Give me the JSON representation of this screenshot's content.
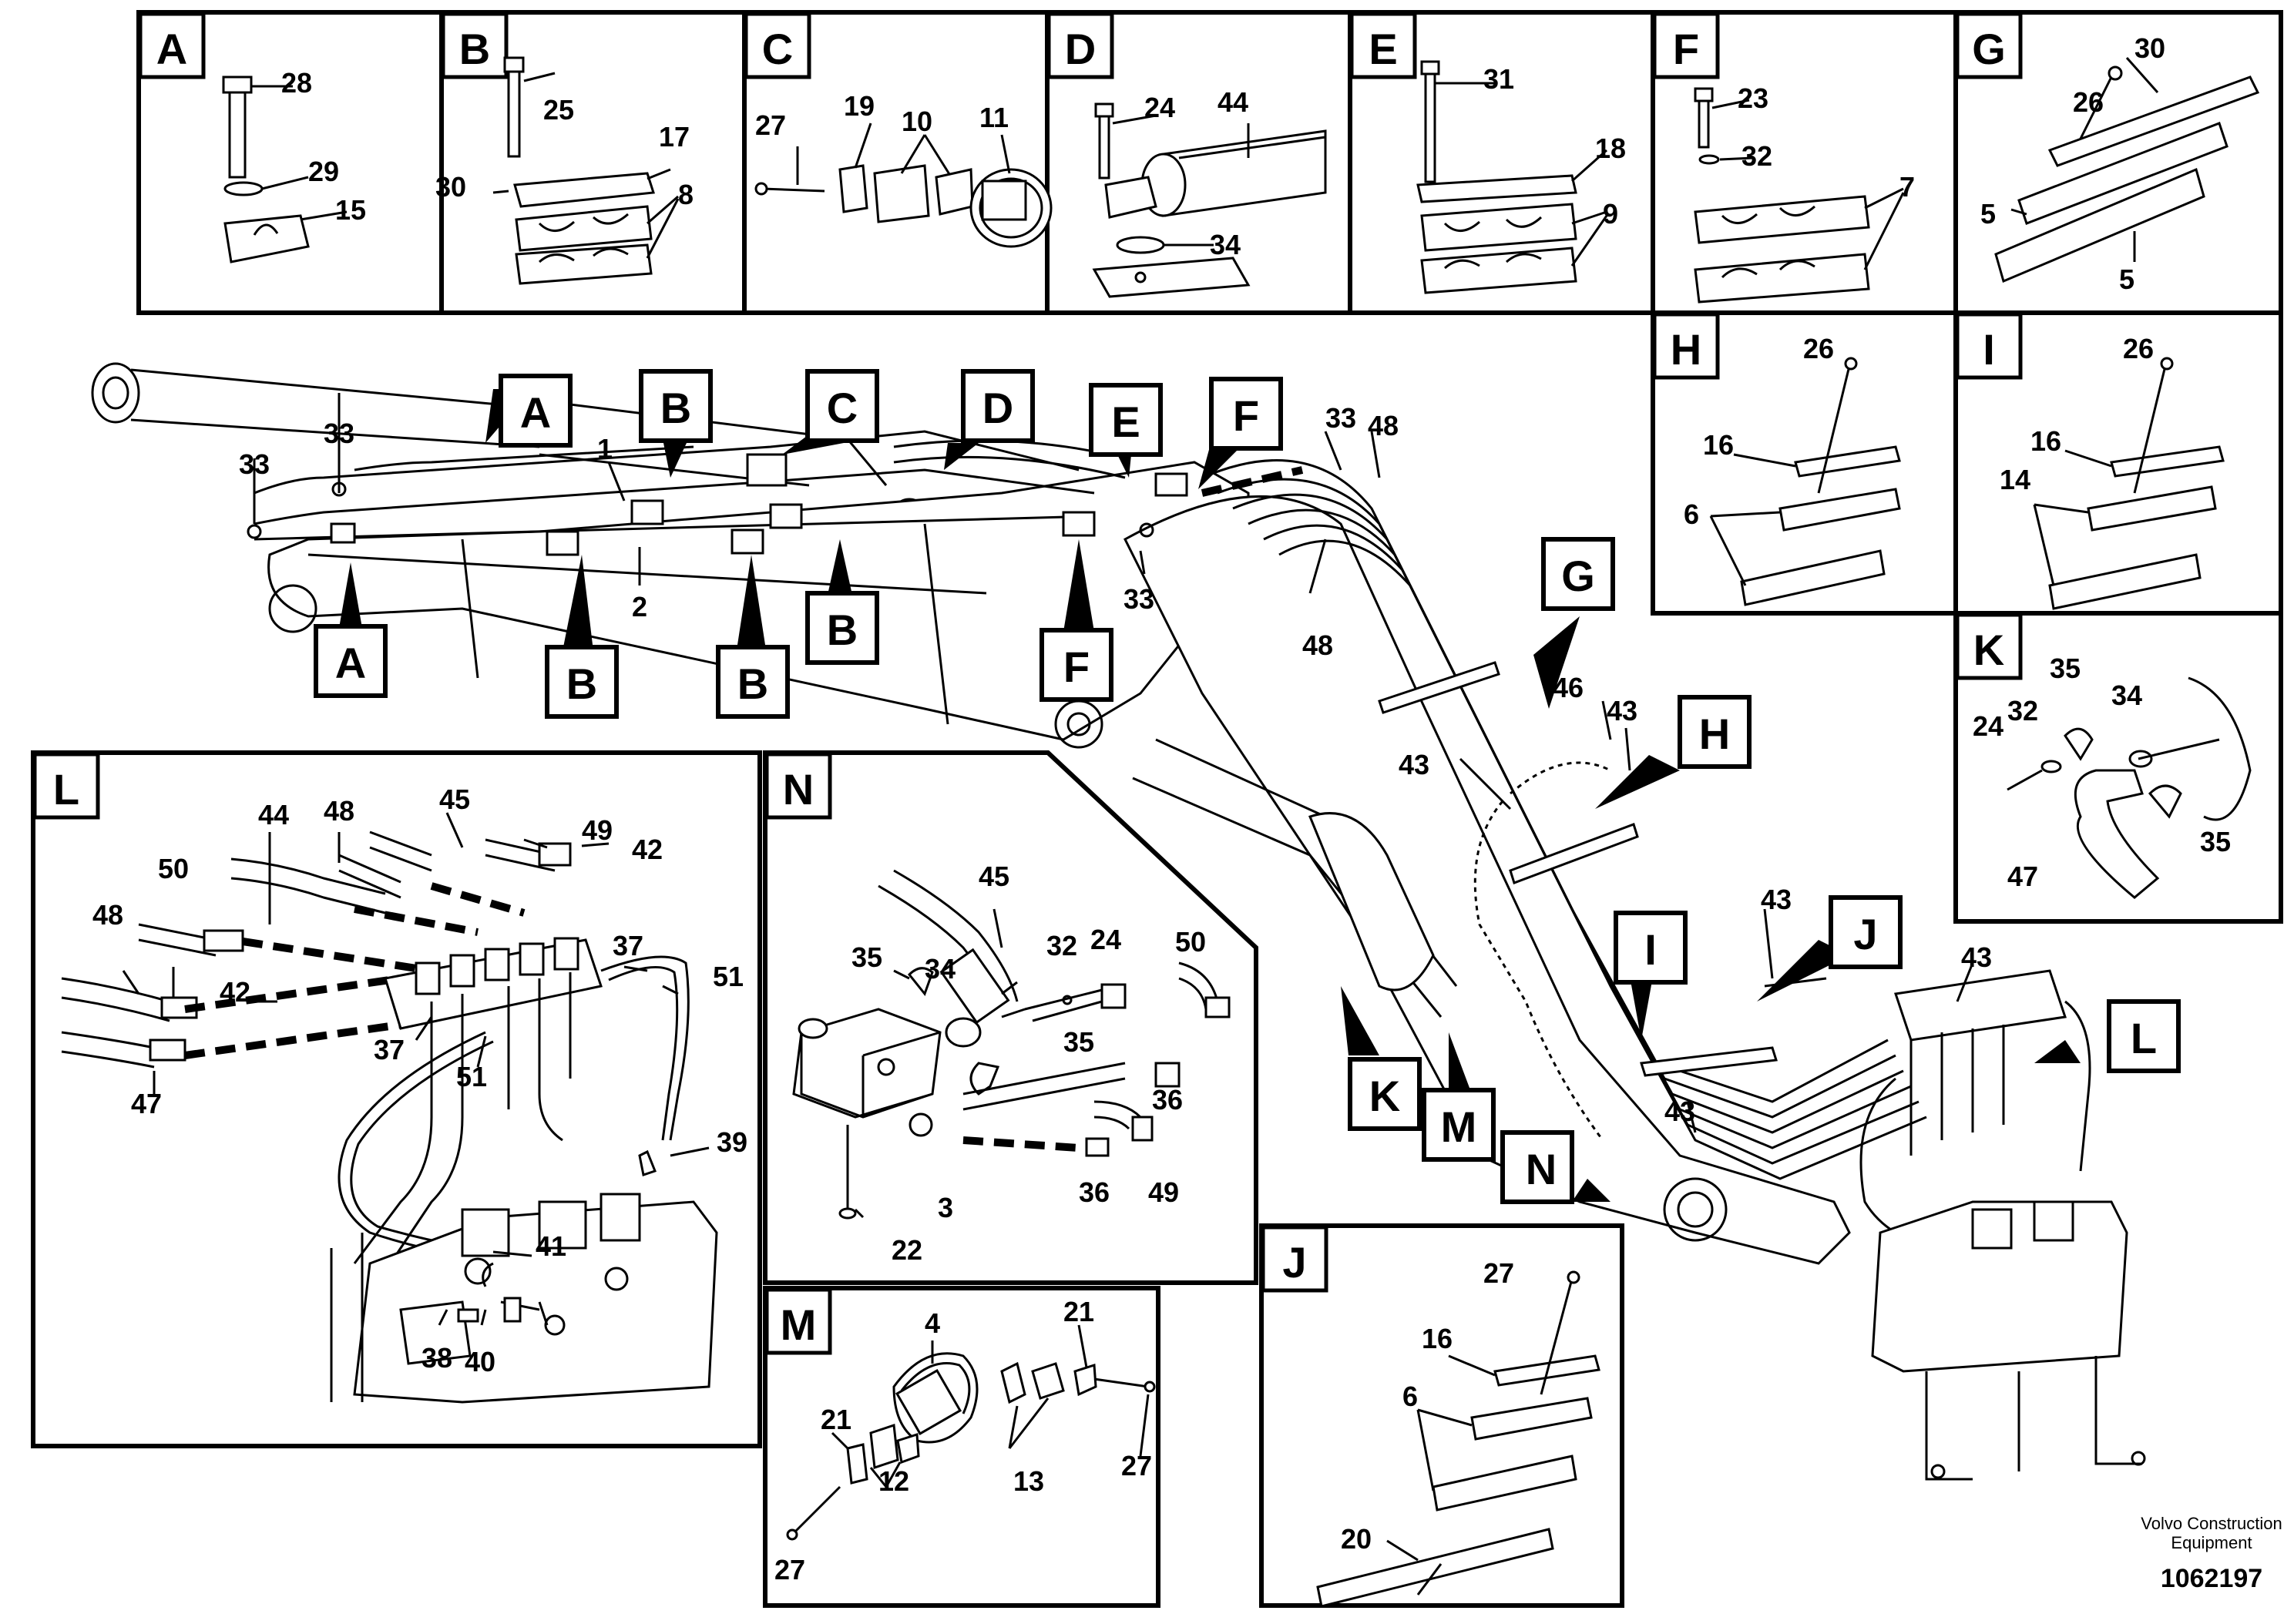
{
  "detail_letters": [
    "A",
    "B",
    "C",
    "D",
    "E",
    "F",
    "G",
    "H",
    "I",
    "K",
    "L",
    "N",
    "M",
    "J"
  ],
  "callout_letters": {
    "A1": "A",
    "A2": "A",
    "B1": "B",
    "B2": "B",
    "B3": "B",
    "B4": "B",
    "C": "C",
    "D": "D",
    "E": "E",
    "F1": "F",
    "F2": "F",
    "G": "G",
    "H": "H",
    "I": "I",
    "J": "J",
    "K": "K",
    "L": "L",
    "M": "M",
    "N": "N"
  },
  "part_numbers": {
    "a28": "28",
    "a29": "29",
    "a15": "15",
    "b25": "25",
    "b17": "17",
    "b30": "30",
    "b8": "8",
    "c27": "27",
    "c19": "19",
    "c10": "10",
    "c11": "11",
    "d24": "24",
    "d44": "44",
    "d34": "34",
    "e31": "31",
    "e18": "18",
    "e9": "9",
    "f23": "23",
    "f32": "32",
    "f7": "7",
    "g30": "30",
    "g26": "26",
    "g5a": "5",
    "g5b": "5",
    "h26": "26",
    "h16": "16",
    "h6": "6",
    "i26": "26",
    "i16": "16",
    "i14": "14",
    "k35a": "35",
    "k32": "32",
    "k34": "34",
    "k24": "24",
    "k35b": "35",
    "k47": "47",
    "m33a": "33",
    "m33b": "33",
    "m33c": "33",
    "m33d": "33",
    "m48a": "48",
    "m48b": "48",
    "m1": "1",
    "m2": "2",
    "m46": "46",
    "m43a": "43",
    "m43b": "43",
    "m43c": "43",
    "m43d": "43",
    "m43e": "43",
    "l44": "44",
    "l48a": "48",
    "l45": "45",
    "l49": "49",
    "l42a": "42",
    "l50": "50",
    "l48b": "48",
    "l42b": "42",
    "l37a": "37",
    "l51a": "51",
    "l37b": "37",
    "l51b": "51",
    "l47": "47",
    "l39": "39",
    "l41": "41",
    "l38": "38",
    "l40": "40",
    "n45": "45",
    "n35a": "35",
    "n34": "34",
    "n32": "32",
    "n24": "24",
    "n50": "50",
    "n35b": "35",
    "n36a": "36",
    "n36b": "36",
    "n49": "49",
    "n3": "3",
    "n22": "22",
    "mm4": "4",
    "mm21a": "21",
    "mm21b": "21",
    "mm13": "13",
    "mm12": "12",
    "mm27a": "27",
    "mm27b": "27",
    "j27": "27",
    "j16": "16",
    "j6": "6",
    "j20": "20"
  },
  "footer": {
    "brand_line1": "Volvo Construction",
    "brand_line2": "Equipment",
    "drawing_number": "1062197"
  }
}
